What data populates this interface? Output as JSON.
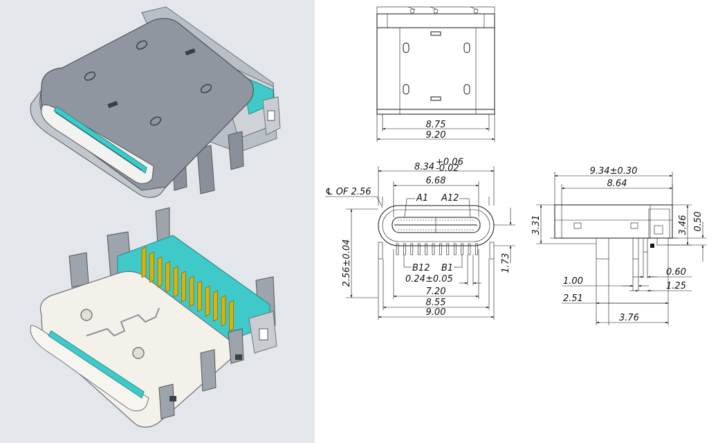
{
  "top_view": {
    "width_inner": "8.75",
    "width_outer": "9.20"
  },
  "front_view": {
    "top_width_main": "8.34",
    "top_tol_upper": "+0.06",
    "top_tol_lower": "-0.02",
    "inner_width": "6.68",
    "centerline_label": "℄ OF 2.56",
    "pin_a1": "A1",
    "pin_a12": "A12",
    "pin_b12": "B12",
    "pin_b1": "B1",
    "pin_width": "0.24±0.05",
    "pitch_span": "7.20",
    "body_span": "8.55",
    "total_width": "9.00",
    "height_left": "2.56±0.04",
    "height_right": "1.73"
  },
  "side_view": {
    "length_total": "9.34±0.30",
    "length_inner": "8.64",
    "height_body": "3.31",
    "height_right": "3.46",
    "offset_top": "0.50",
    "dim_100": "1.00",
    "dim_060": "0.60",
    "dim_125": "1.25",
    "dim_251": "2.51",
    "dim_376": "3.76"
  },
  "colors": {
    "shell": "#8a9099",
    "insulator": "#3fc9c9",
    "pins": "#d8b40a",
    "panel_bg": "#e3e6ea"
  }
}
